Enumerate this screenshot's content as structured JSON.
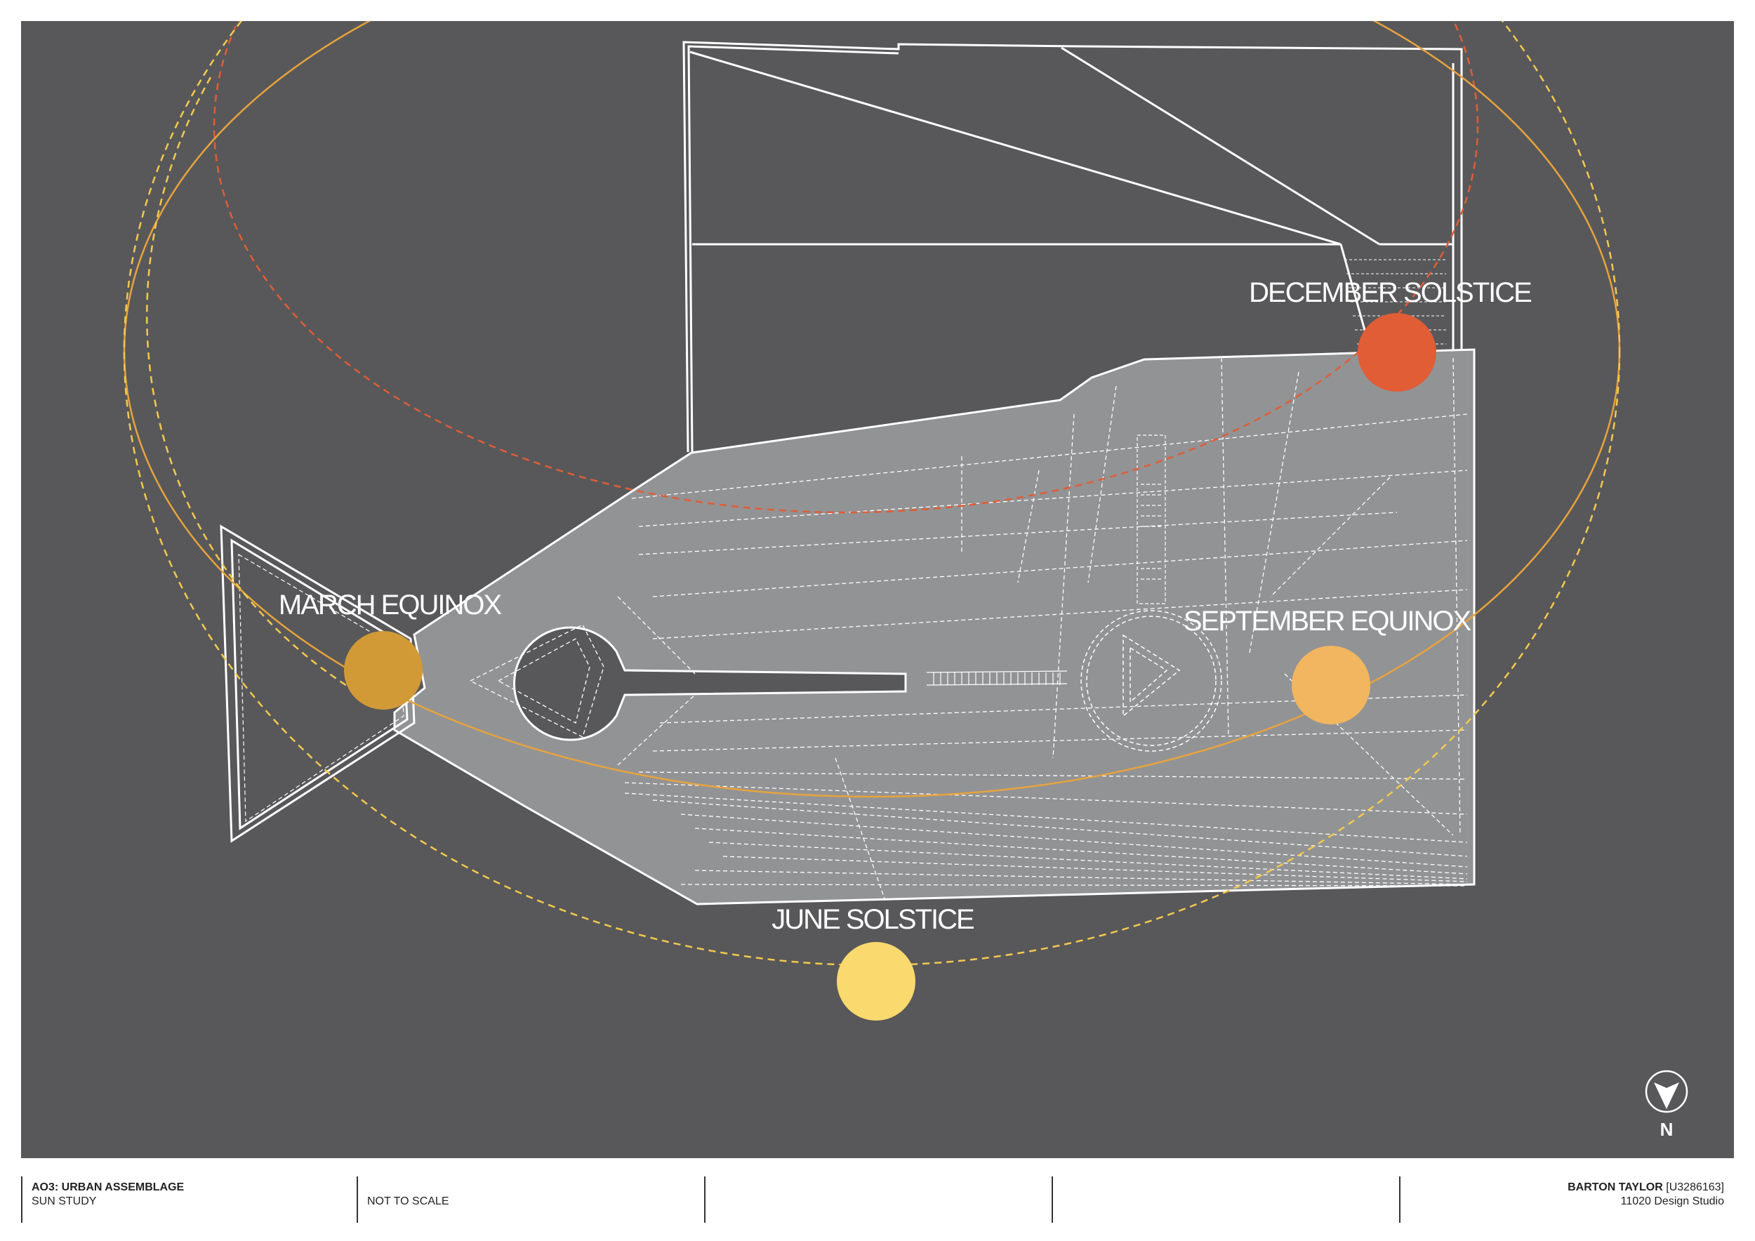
{
  "diagram": {
    "sun_positions": [
      {
        "id": "december",
        "label": "DECEMBER SOLSTICE",
        "color": "#e05d36"
      },
      {
        "id": "march",
        "label": "MARCH EQUINOX",
        "color": "#d29a37"
      },
      {
        "id": "september",
        "label": "SEPTEMBER EQUINOX",
        "color": "#f2b660"
      },
      {
        "id": "june",
        "label": "JUNE SOLSTICE",
        "color": "#fada6e"
      }
    ],
    "north_arrow_label": "N",
    "colors": {
      "background": "#58585a",
      "site_fill": "#929395",
      "linework": "#ffffff",
      "december_path": "#e05d36",
      "equinox_path": "#e8a33c",
      "june_path": "#f3c94e"
    }
  },
  "title_block": {
    "project_title": "AO3: URBAN ASSEMBLAGE",
    "drawing_title": "SUN STUDY",
    "scale_note": "NOT TO SCALE",
    "author_name": "BARTON TAYLOR",
    "student_id": "[U3286163]",
    "studio": "11020 Design Studio"
  }
}
